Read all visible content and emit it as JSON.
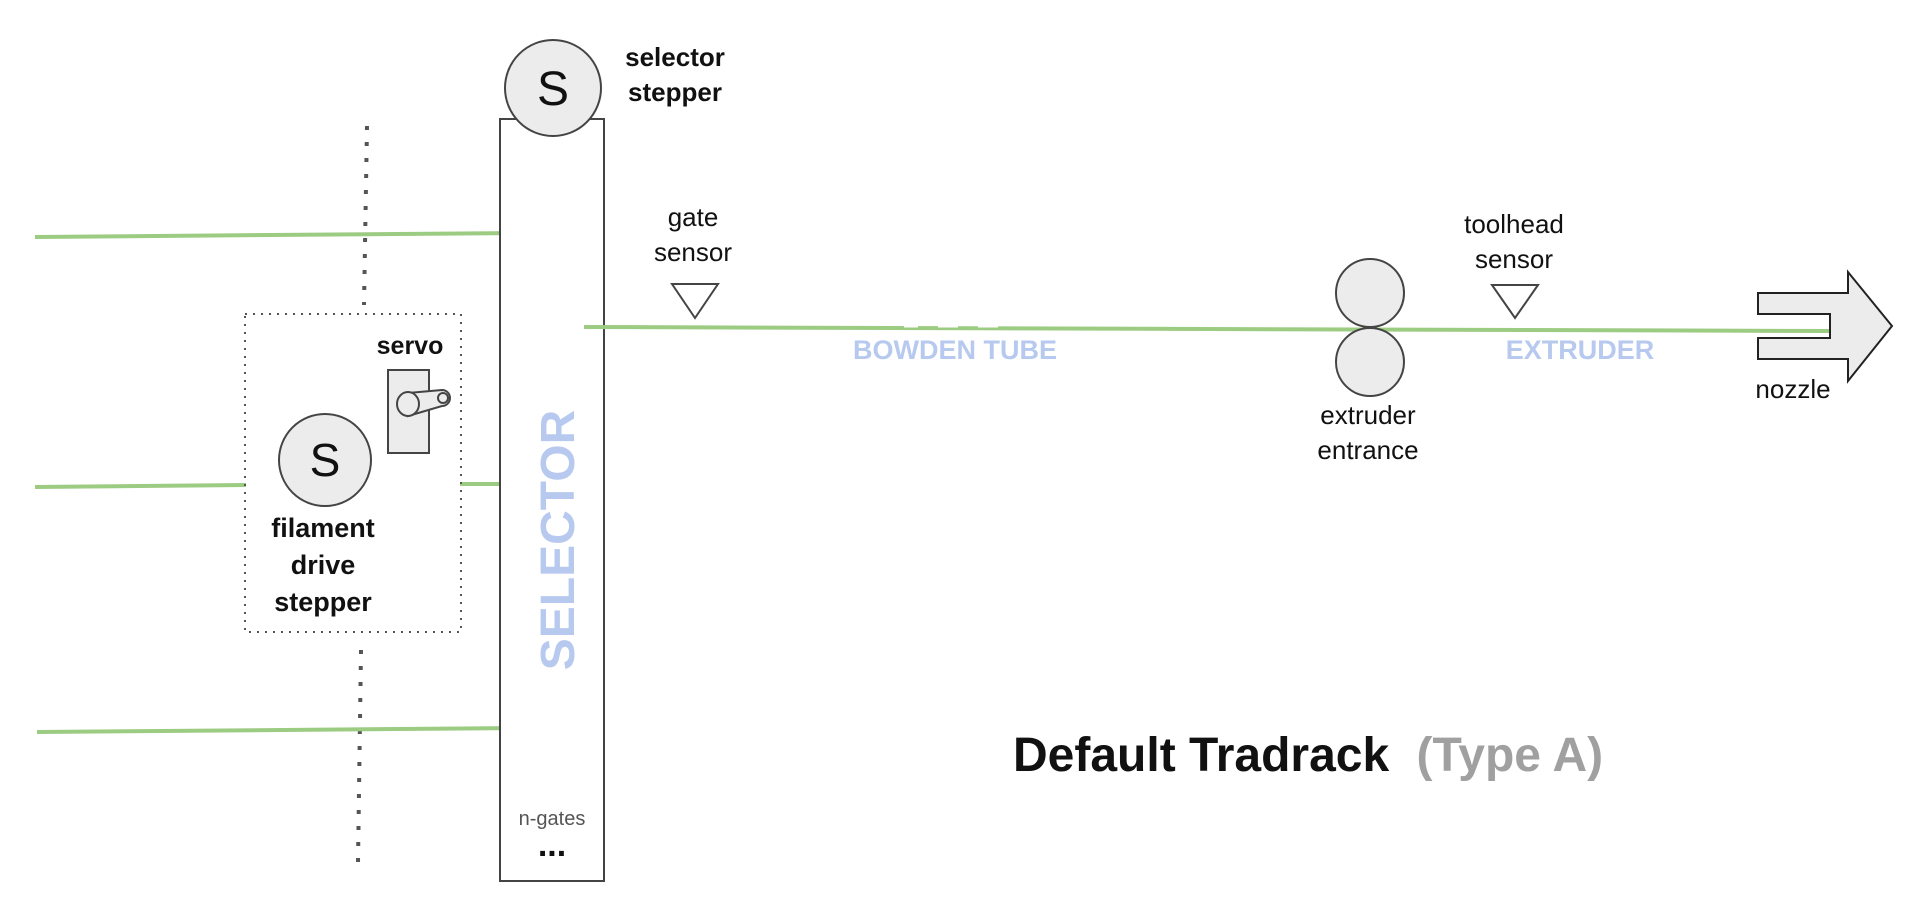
{
  "title": {
    "main": "Default Tradrack",
    "variant": "(Type A)",
    "main_color": "#111111",
    "variant_color": "#a0a0a0"
  },
  "selector": {
    "label": "SELECTOR",
    "gates_label": "n-gates",
    "gates_ellipsis": "...",
    "stepper_symbol": "S",
    "stepper_label_line1": "selector",
    "stepper_label_line2": "stepper"
  },
  "drive": {
    "stepper_symbol": "S",
    "label_line1": "filament",
    "label_line2": "drive",
    "label_line3": "stepper",
    "servo_label": "servo"
  },
  "path": {
    "gate_sensor_line1": "gate",
    "gate_sensor_line2": "sensor",
    "bowden_label": "BOWDEN TUBE",
    "extruder_entrance_line1": "extruder",
    "extruder_entrance_line2": "entrance",
    "toolhead_sensor_line1": "toolhead",
    "toolhead_sensor_line2": "sensor",
    "extruder_label": "EXTRUDER",
    "nozzle_label": "nozzle"
  },
  "colors": {
    "filament": "#9ccb82",
    "zone_label": "#b7c9ef",
    "component_fill": "#ececec",
    "outline": "#444444"
  }
}
